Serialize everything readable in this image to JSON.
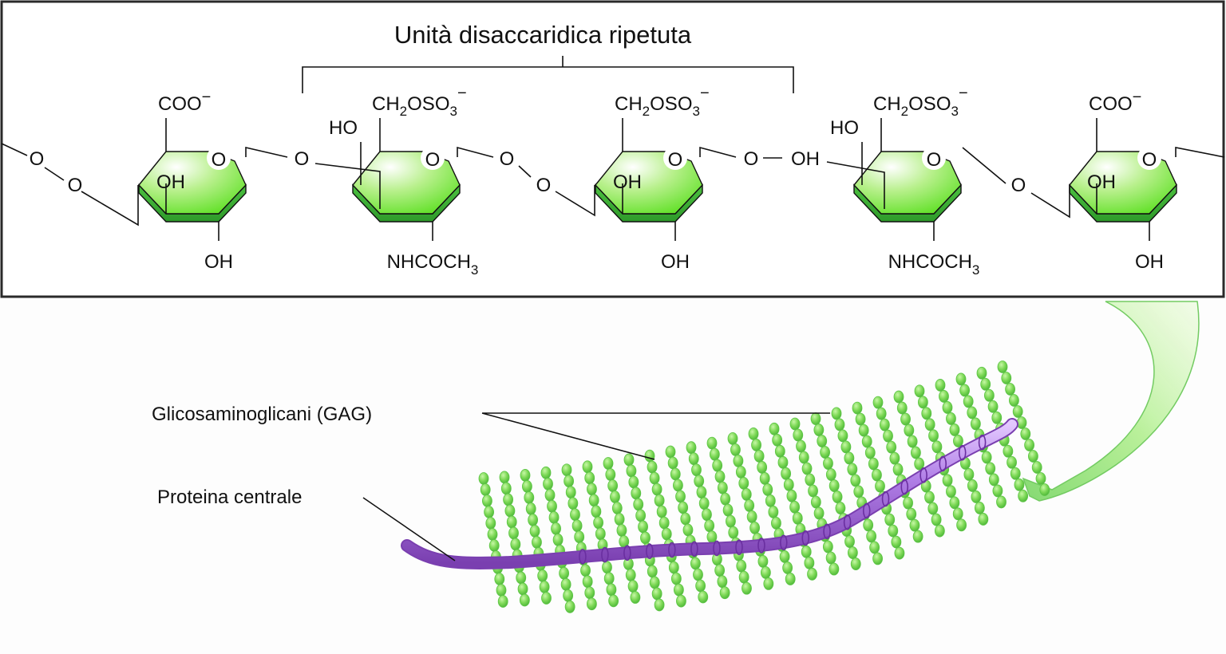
{
  "title": "Unità disaccaridica ripetuta",
  "colors": {
    "ring_light": "#f4fcef",
    "ring_mid": "#8ee85a",
    "ring_dark": "#3aa832",
    "bead": "#7ed957",
    "bead_dark": "#4fb83a",
    "protein": "#a46fd8",
    "protein_dark": "#7a3fb0",
    "arrow": "#8fe07a",
    "line": "#111111",
    "frame": "#2a2a2a"
  },
  "rings": [
    {
      "top": "COO",
      "top_sub": "",
      "top_tail": "",
      "top_charge": "−",
      "ring_o": "O",
      "inner": "OH",
      "bottom": "OH",
      "bottom_sub": "",
      "left_ho": ""
    },
    {
      "top": "CH",
      "top_sub": "2",
      "top_tail": "OSO",
      "top_sub2": "3",
      "top_charge": "−",
      "ring_o": "O",
      "inner": "",
      "bottom": "NHCOCH",
      "bottom_sub": "3",
      "left_ho": "HO"
    },
    {
      "top": "CH",
      "top_sub": "2",
      "top_tail": "OSO",
      "top_sub2": "3",
      "top_charge": "−",
      "ring_o": "O",
      "inner": "OH",
      "bottom": "OH",
      "bottom_sub": "",
      "left_ho": ""
    },
    {
      "top": "CH",
      "top_sub": "2",
      "top_tail": "OSO",
      "top_sub2": "3",
      "top_charge": "−",
      "ring_o": "O",
      "inner": "",
      "bottom": "NHCOCH",
      "bottom_sub": "3",
      "left_ho": "HO"
    },
    {
      "top": "COO",
      "top_sub": "",
      "top_tail": "",
      "top_charge": "−",
      "ring_o": "O",
      "inner": "OH",
      "bottom": "OH",
      "bottom_sub": "",
      "left_ho": ""
    }
  ],
  "linkers": {
    "left_o1": "O",
    "left_o2": "O",
    "link1_o": "O",
    "link2_o1": "O",
    "link2_o2": "O",
    "link3_o": "O",
    "link3_oh": "OH",
    "link4_o": "O"
  },
  "labels": {
    "gag": "Glicosaminoglicani (GAG)",
    "core_protein": "Proteina centrale"
  }
}
